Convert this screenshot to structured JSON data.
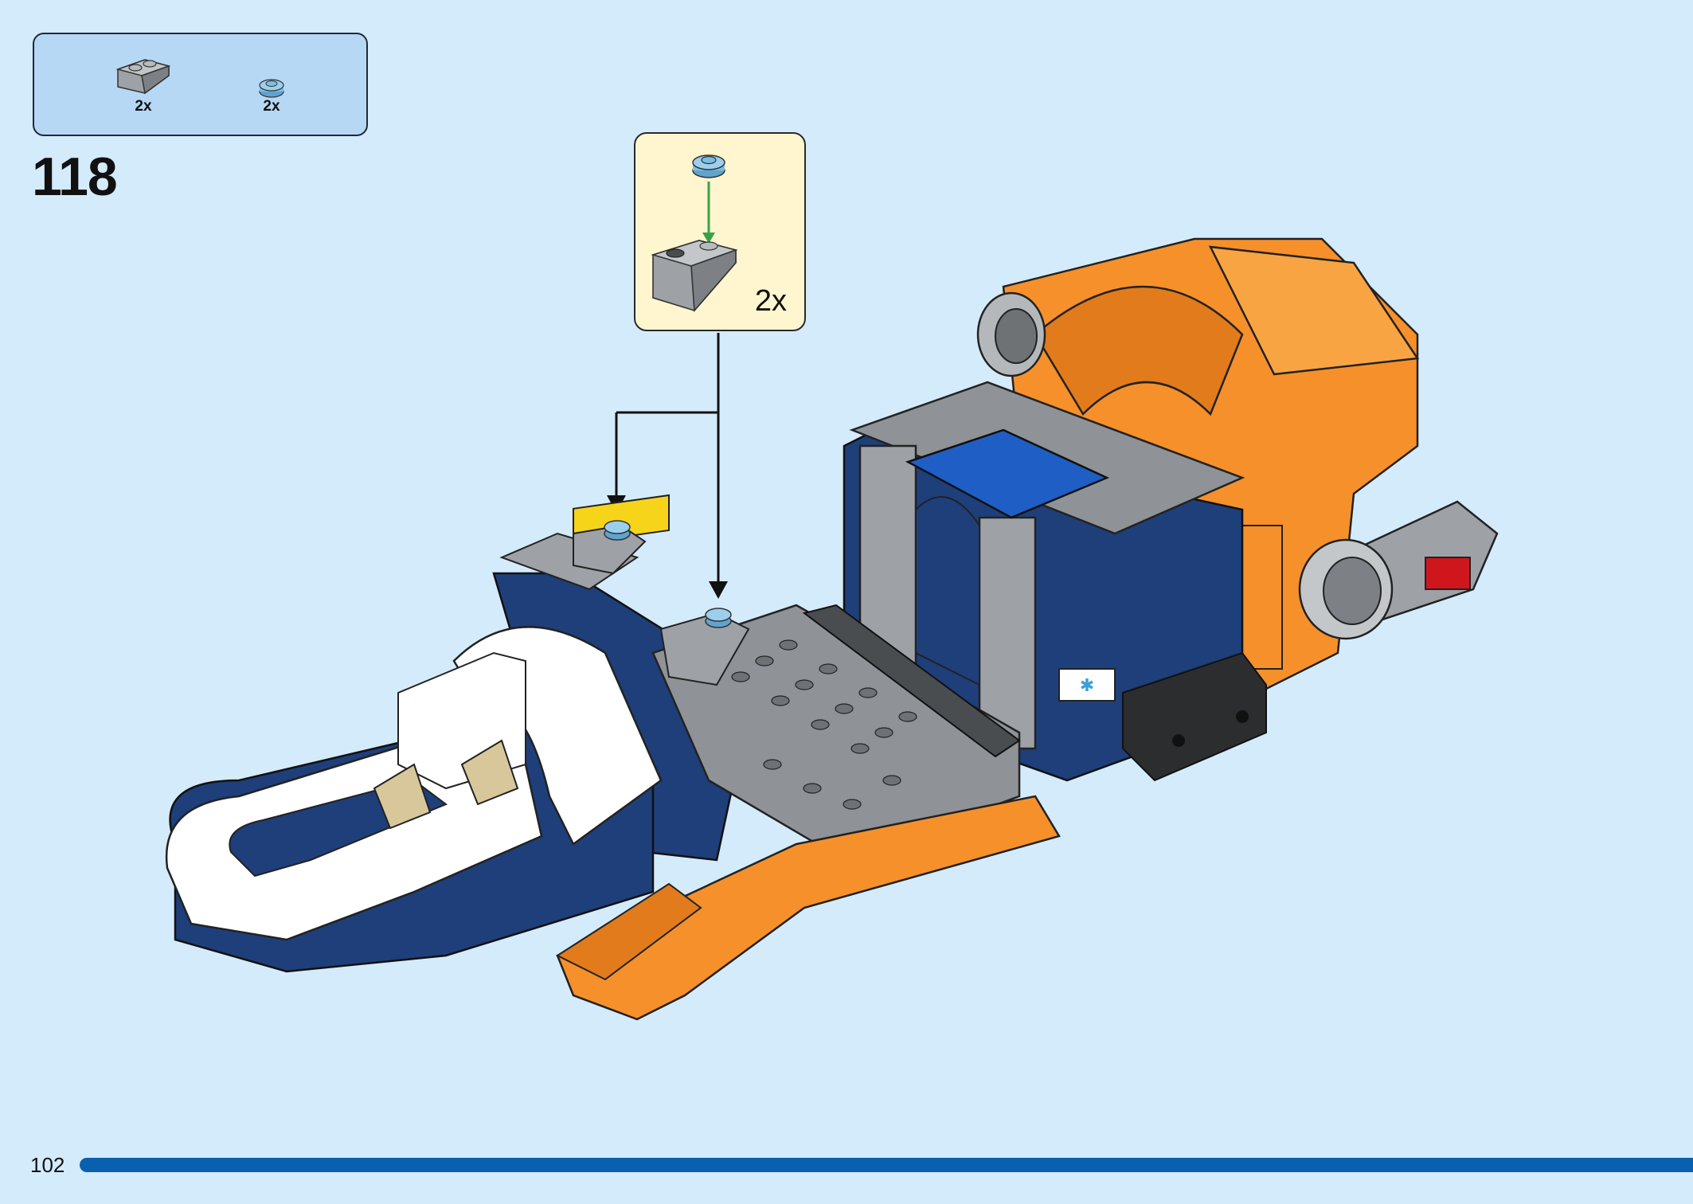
{
  "parts_list": {
    "items": [
      {
        "icon": "grey-inverted-slope-brick-icon",
        "quantity": "2x"
      },
      {
        "icon": "light-blue-round-plate-icon",
        "quantity": "2x"
      }
    ]
  },
  "step": {
    "number": "118"
  },
  "callout": {
    "quantity": "2x"
  },
  "footer": {
    "page_number": "102"
  },
  "colors": {
    "background": "#d4ebfb",
    "parts_box": "#b6d8f4",
    "callout": "#fff6cf",
    "progress_bar": "#0a5fae",
    "orange": "#f6902b",
    "dark_blue": "#1e3f7a",
    "grey": "#9ea2a6",
    "dark_grey": "#4a4d50",
    "white": "#ffffff",
    "tan": "#d8c79a",
    "yellow": "#f6d41a",
    "light_blue": "#7fbde0",
    "red": "#d0161d"
  }
}
